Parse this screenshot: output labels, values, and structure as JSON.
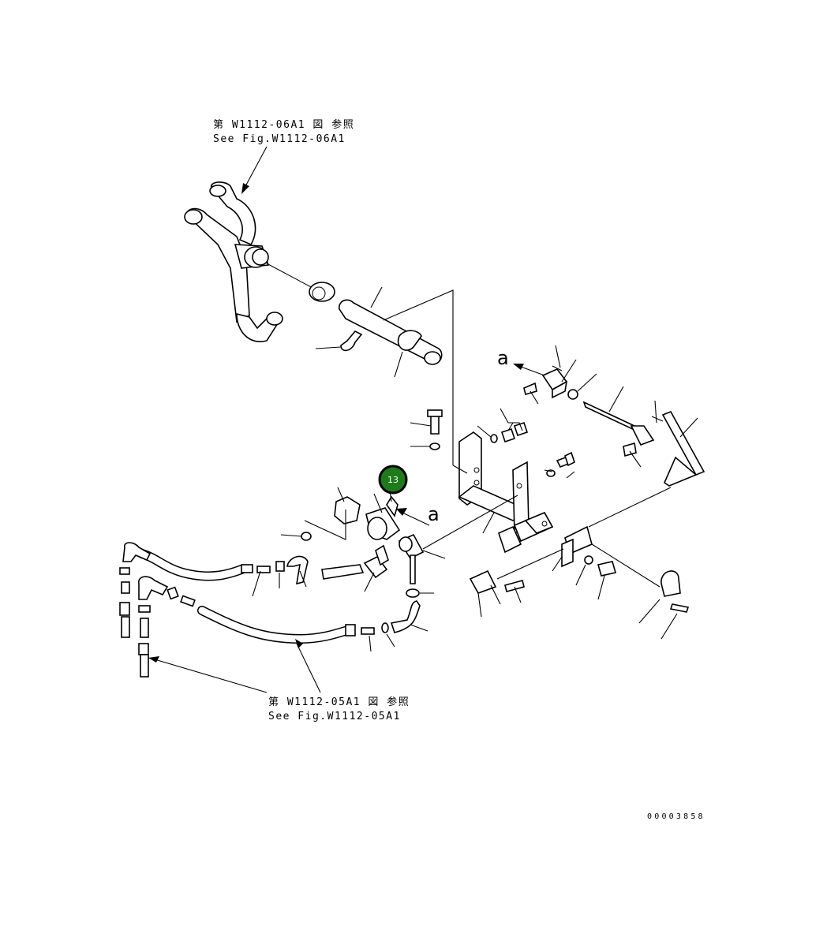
{
  "references": {
    "upper": {
      "jp": "第 W1112-06A1 図 参照",
      "en": "See Fig.W1112-06A1"
    },
    "lower": {
      "jp": "第 W1112-05A1 図 参照",
      "en": "See Fig.W1112-05A1"
    }
  },
  "view_markers": {
    "a_top": "a",
    "a_mid": "a"
  },
  "callout": {
    "number": "13",
    "color": "#1e7a1a"
  },
  "document_number": "00003858"
}
